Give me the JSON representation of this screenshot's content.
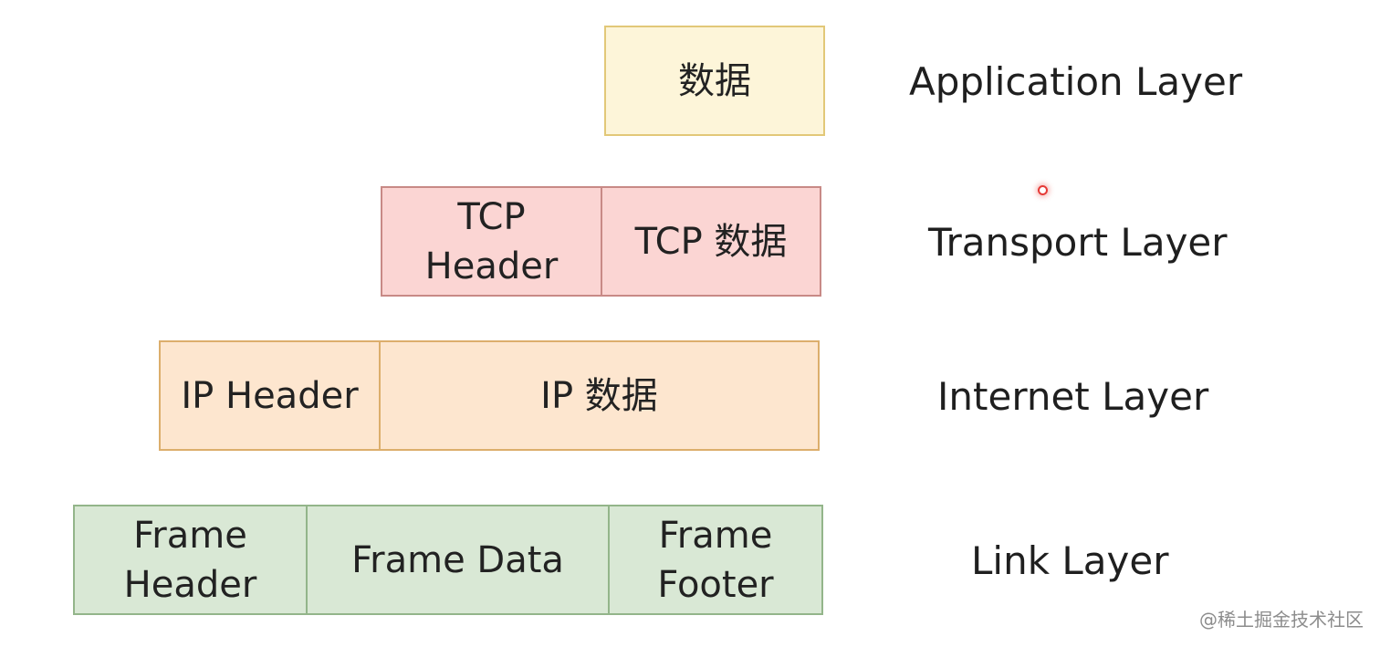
{
  "colors": {
    "application": {
      "fill": "#fdf5d9",
      "stroke": "#e2c878"
    },
    "transport": {
      "fill": "#fbd5d3",
      "stroke": "#c88a86"
    },
    "internet": {
      "fill": "#fde6cf",
      "stroke": "#dcae6c"
    },
    "link": {
      "fill": "#d9e8d5",
      "stroke": "#93b58a"
    },
    "cursor": "#e53935"
  },
  "layers": {
    "application": {
      "label": "Application Layer",
      "cells": [
        "数据"
      ]
    },
    "transport": {
      "label": "Transport Layer",
      "cells": [
        "TCP\nHeader",
        "TCP 数据"
      ]
    },
    "internet": {
      "label": "Internet Layer",
      "cells": [
        "IP Header",
        "IP 数据"
      ]
    },
    "link": {
      "label": "Link Layer",
      "cells": [
        "Frame\nHeader",
        "Frame Data",
        "Frame\nFooter"
      ]
    }
  },
  "watermark": "@稀土掘金技术社区"
}
